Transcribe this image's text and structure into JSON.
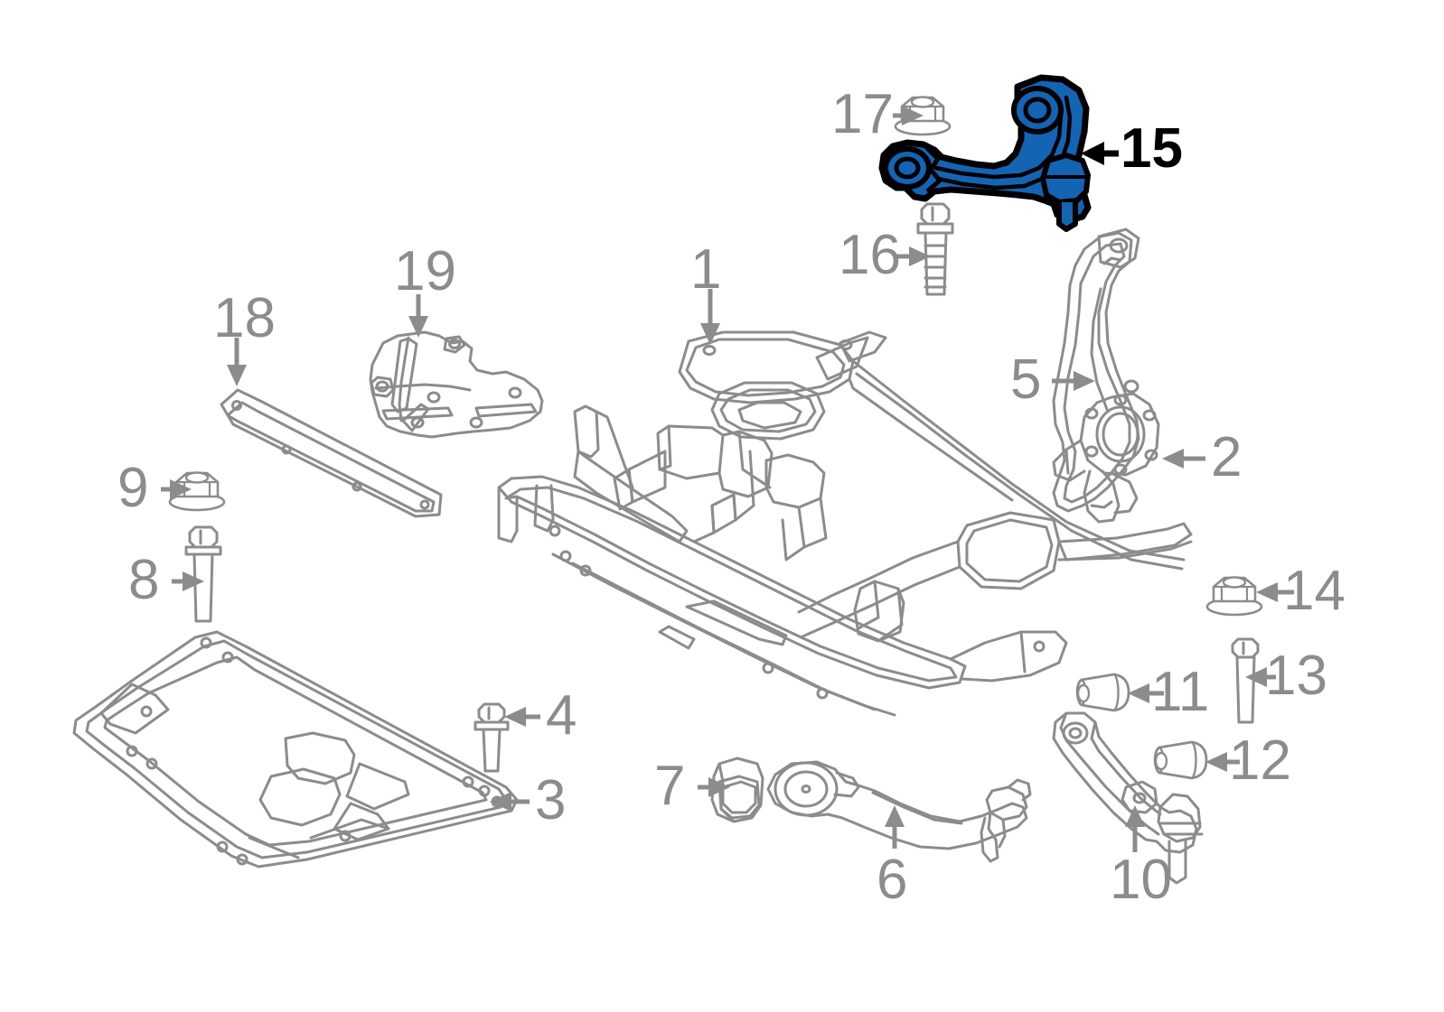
{
  "diagram": {
    "type": "automotive-exploded-parts-diagram",
    "subject": "Front suspension subframe and control arm assembly",
    "background_color": "#ffffff",
    "line_color": "#8c8c8c",
    "highlight_fill_color": "#1464b4",
    "highlight_outline_color": "#000000",
    "highlight_label_color": "#000000",
    "label_color": "#8c8c8c"
  },
  "callouts": [
    {
      "number": "1",
      "part": "front-subframe-crossmember",
      "highlighted": false,
      "arrow": "down"
    },
    {
      "number": "2",
      "part": "knuckle-bolt",
      "highlighted": false,
      "arrow": "left"
    },
    {
      "number": "3",
      "part": "engine-splash-shield",
      "highlighted": false,
      "arrow": "left"
    },
    {
      "number": "4",
      "part": "splash-shield-bolt",
      "highlighted": false,
      "arrow": "left"
    },
    {
      "number": "5",
      "part": "steering-knuckle",
      "highlighted": false,
      "arrow": "right"
    },
    {
      "number": "6",
      "part": "lower-control-arm",
      "highlighted": false,
      "arrow": "up"
    },
    {
      "number": "7",
      "part": "control-arm-bushing",
      "highlighted": false,
      "arrow": "right"
    },
    {
      "number": "8",
      "part": "subframe-mounting-bolt",
      "highlighted": false,
      "arrow": "right"
    },
    {
      "number": "9",
      "part": "subframe-flange-nut",
      "highlighted": false,
      "arrow": "right"
    },
    {
      "number": "10",
      "part": "tension-strut",
      "highlighted": false,
      "arrow": "up"
    },
    {
      "number": "11",
      "part": "tension-strut-bushing-front",
      "highlighted": false,
      "arrow": "left"
    },
    {
      "number": "12",
      "part": "tension-strut-bushing-rear",
      "highlighted": false,
      "arrow": "left"
    },
    {
      "number": "13",
      "part": "tension-strut-bolt",
      "highlighted": false,
      "arrow": "left"
    },
    {
      "number": "14",
      "part": "tension-strut-flange-nut",
      "highlighted": false,
      "arrow": "left"
    },
    {
      "number": "15",
      "part": "upper-control-arm",
      "highlighted": true,
      "arrow": "left"
    },
    {
      "number": "16",
      "part": "upper-control-arm-bolt",
      "highlighted": false,
      "arrow": "right"
    },
    {
      "number": "17",
      "part": "upper-control-arm-flange-nut",
      "highlighted": false,
      "arrow": "right"
    },
    {
      "number": "18",
      "part": "front-crossmember-brace",
      "highlighted": false,
      "arrow": "down"
    },
    {
      "number": "19",
      "part": "subframe-reinforcement-plate",
      "highlighted": false,
      "arrow": "down"
    }
  ]
}
